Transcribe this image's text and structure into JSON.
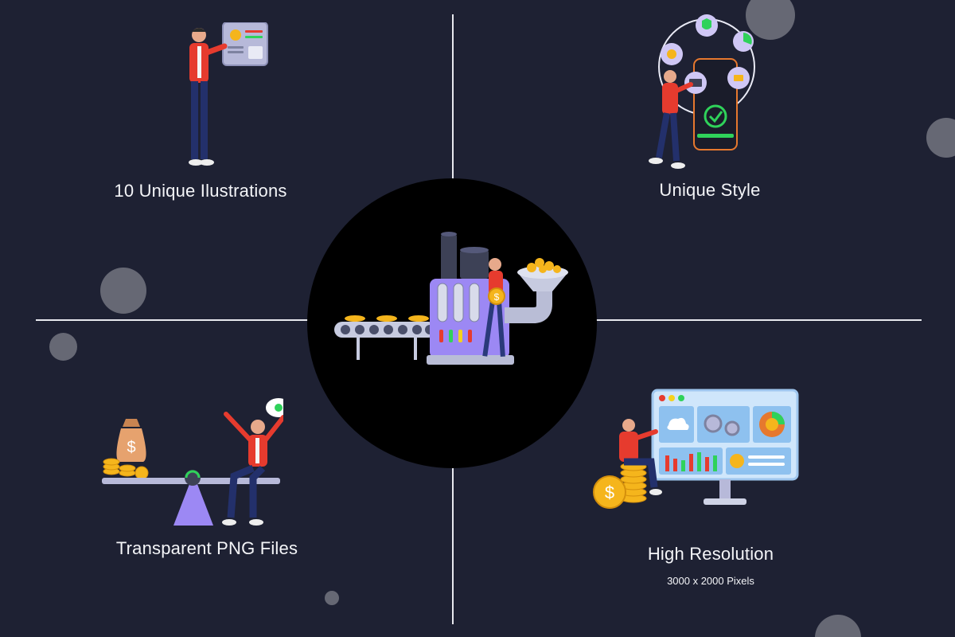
{
  "colors": {
    "background": "#1e2133",
    "divider": "#e7e8ee",
    "caption": "#f4f5f8",
    "accent_red": "#e63b2e",
    "accent_purple": "#9c88f4",
    "coin_gold": "#f5b51c",
    "center_disc": "#000000"
  },
  "features": {
    "top_left": {
      "title": "10 Unique Ilustrations",
      "icon": "presenter-dashboard-icon"
    },
    "top_right": {
      "title": "Unique Style",
      "icon": "phone-finance-icon"
    },
    "bottom_left": {
      "title": "Transparent PNG Files",
      "icon": "seesaw-money-icon"
    },
    "bottom_right": {
      "title": "High Resolution",
      "subtitle": "3000 x 2000 Pixels",
      "icon": "monitor-dashboard-icon"
    }
  },
  "center": {
    "icon": "coin-factory-icon"
  }
}
